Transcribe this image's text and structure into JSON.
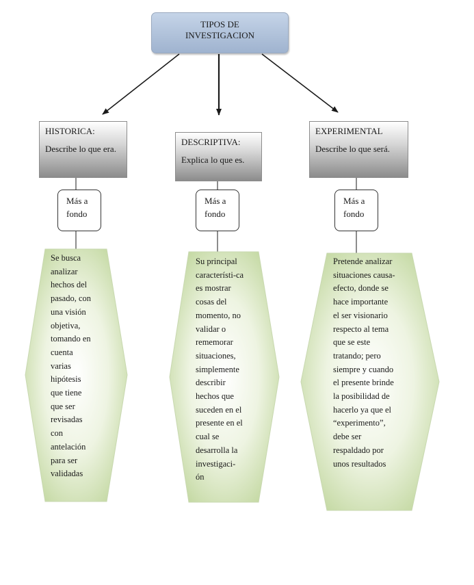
{
  "diagram": {
    "root": {
      "line1": "TIPOS DE",
      "line2": "INVESTIGACION"
    },
    "branches": [
      {
        "title": "HISTORICA:",
        "summary": "Describe lo que era.",
        "more_line1": "Más a",
        "more_line2": "fondo",
        "detail": [
          "Se busca",
          "analizar",
          "hechos del",
          "pasado, con",
          "una visión",
          "objetiva,",
          "tomando en",
          "cuenta",
          "varias",
          "hipótesis",
          "que tiene",
          "que ser",
          "revisadas",
          "con",
          "antelación",
          "para ser",
          "validadas"
        ]
      },
      {
        "title": "DESCRIPTIVA:",
        "summary": "Explica lo que es.",
        "more_line1": "Más a",
        "more_line2": "fondo",
        "detail": [
          "Su principal",
          "característi-ca",
          "es mostrar",
          "cosas del",
          "momento, no",
          "validar o",
          "rememorar",
          "situaciones,",
          "simplemente",
          "describir",
          "hechos que",
          "suceden en el",
          "presente en el",
          "cual se",
          "desarrolla la",
          "investigaci-",
          "ón"
        ]
      },
      {
        "title": "EXPERIMENTAL",
        "summary": "Describe lo que será.",
        "more_line1": "Más a",
        "more_line2": "fondo",
        "detail": [
          "Pretende analizar",
          "situaciones causa-",
          "efecto, donde se",
          "hace importante",
          "el ser visionario",
          "respecto al tema",
          "que se este",
          "tratando; pero",
          "siempre y cuando",
          "el presente brinde",
          "la posibilidad de",
          "hacerlo ya que el",
          "“experimento”,",
          "debe ser",
          "respaldado por",
          "unos resultados"
        ]
      }
    ]
  },
  "colors": {
    "root_fill": "#b3c4dc",
    "category_fill_bottom": "#8c8c8c",
    "hexagon_fill_center": "#ffffff",
    "hexagon_fill_edge": "#b5cf8c",
    "connector": "#1a1a1a"
  }
}
